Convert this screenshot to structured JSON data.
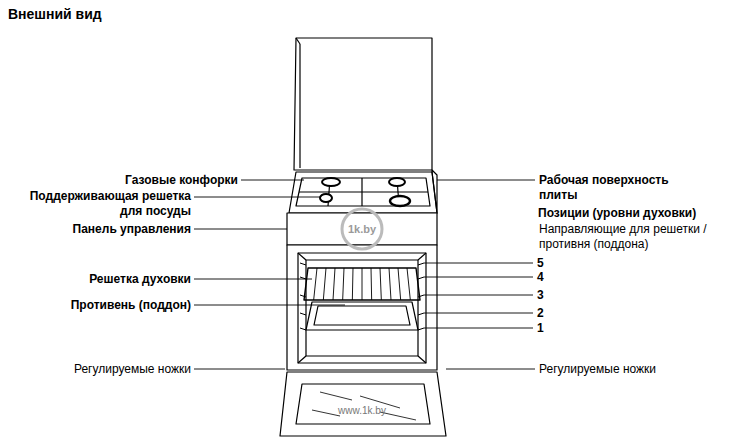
{
  "diagram": {
    "title": "Внешний вид",
    "labels": [
      "Газовые конфорки",
      "Поддерживающая решетка для посуды",
      "Панель управления",
      "Решетка духовки",
      "Противень (поддон)",
      "Регулируемые ножки",
      "Рабочая поверхность плиты",
      "Позиции (уровни духовки)",
      "Направляющие для решетки / противня (поддона)",
      "5",
      "4",
      "3",
      "2",
      "1",
      "Регулируемые ножки",
      "1k.by",
      "www.1k.by"
    ]
  }
}
